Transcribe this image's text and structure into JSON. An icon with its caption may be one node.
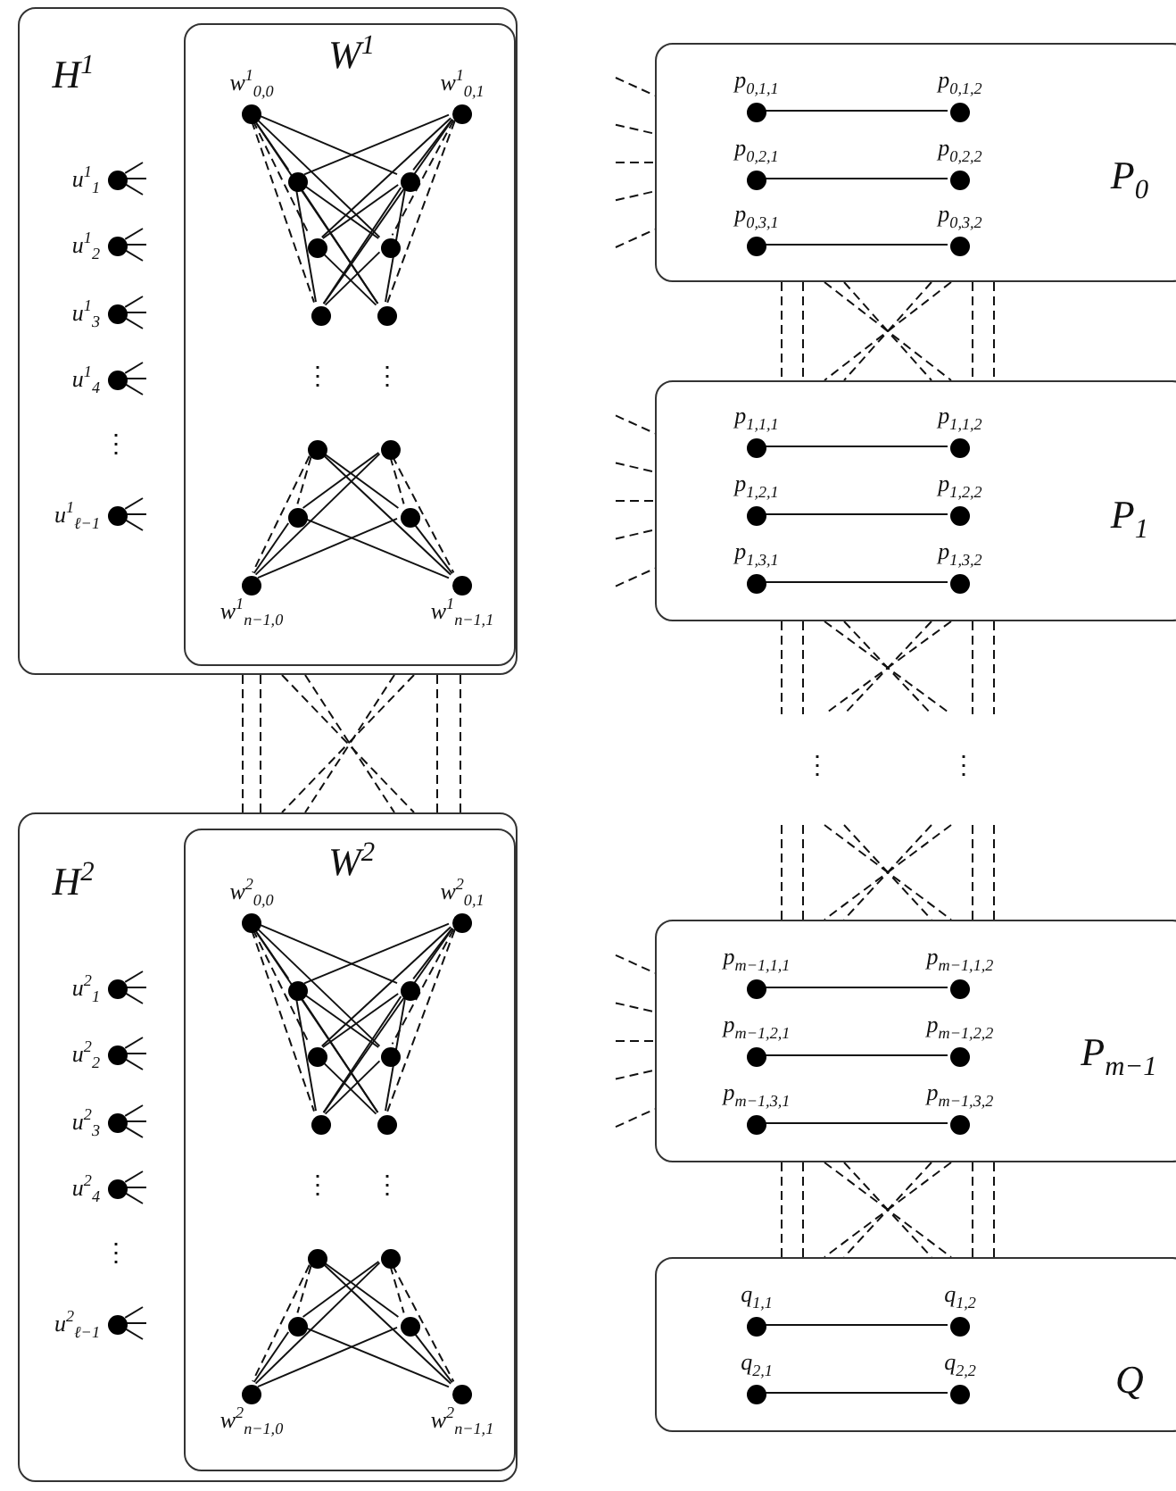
{
  "diagram": {
    "nodes": [
      {
        "text": [
          "H$^{1}$"
        ]
      },
      {
        "text": [
          "W$^{1}$"
        ],
        "in": 0
      },
      {
        "text": [
          "u$^{1}$$_{1}$"
        ],
        "in": 0
      },
      {
        "text": [
          "u$^{1}$$_{2}$"
        ],
        "in": 0
      },
      {
        "text": [
          "u$^{1}$$_{3}$"
        ],
        "in": 0
      },
      {
        "text": [
          "u$^{1}$$_{4}$"
        ],
        "in": 0
      },
      {
        "text": [
          "u$^{1}$$_{ℓ−1}$"
        ],
        "in": 0
      },
      {
        "text": [
          "w$^{1}$$_{0,0}$"
        ],
        "in": 1
      },
      {
        "text": [
          "w$^{1}$$_{0,1}$"
        ],
        "in": 1
      },
      {
        "text": [],
        "shape": "circle",
        "in": 1
      },
      {
        "text": [],
        "shape": "circle",
        "in": 1
      },
      {
        "text": [],
        "shape": "circle",
        "in": 1
      },
      {
        "text": [],
        "shape": "circle",
        "in": 1
      },
      {
        "text": [],
        "shape": "circle",
        "in": 1
      },
      {
        "text": [],
        "shape": "circle",
        "in": 1
      },
      {
        "text": [],
        "shape": "circle",
        "in": 1
      },
      {
        "text": [],
        "shape": "circle",
        "in": 1
      },
      {
        "text": [],
        "shape": "circle",
        "in": 1
      },
      {
        "text": [],
        "shape": "circle",
        "in": 1
      },
      {
        "text": [
          "w$^{1}$$_{n−1,0}$"
        ],
        "in": 1
      },
      {
        "text": [
          "w$^{1}$$_{n−1,1}$"
        ],
        "in": 1
      },
      {
        "text": [
          "H$^{2}$"
        ]
      },
      {
        "text": [
          "W$^{2}$"
        ],
        "in": 21
      },
      {
        "text": [
          "u$^{2}$$_{1}$"
        ],
        "in": 21
      },
      {
        "text": [
          "u$^{2}$$_{2}$"
        ],
        "in": 21
      },
      {
        "text": [
          "u$^{2}$$_{3}$"
        ],
        "in": 21
      },
      {
        "text": [
          "u$^{2}$$_{4}$"
        ],
        "in": 21
      },
      {
        "text": [
          "u$^{2}$$_{ℓ−1}$"
        ],
        "in": 21
      },
      {
        "text": [
          "w$^{2}$$_{0,0}$"
        ],
        "in": 22
      },
      {
        "text": [
          "w$^{2}$$_{0,1}$"
        ],
        "in": 22
      },
      {
        "text": [],
        "shape": "circle",
        "in": 22
      },
      {
        "text": [],
        "shape": "circle",
        "in": 22
      },
      {
        "text": [],
        "shape": "circle",
        "in": 22
      },
      {
        "text": [],
        "shape": "circle",
        "in": 22
      },
      {
        "text": [],
        "shape": "circle",
        "in": 22
      },
      {
        "text": [],
        "shape": "circle",
        "in": 22
      },
      {
        "text": [],
        "shape": "circle",
        "in": 22
      },
      {
        "text": [],
        "shape": "circle",
        "in": 22
      },
      {
        "text": [],
        "shape": "circle",
        "in": 22
      },
      {
        "text": [],
        "shape": "circle",
        "in": 22
      },
      {
        "text": [
          "w$^{2}$$_{n−1,0}$"
        ],
        "in": 22
      },
      {
        "text": [
          "w$^{2}$$_{n−1,1}$"
        ],
        "in": 22
      },
      {
        "text": [
          "P$_{0}$"
        ]
      },
      {
        "text": [
          "p$_{0,1,1}$"
        ],
        "in": 42
      },
      {
        "text": [
          "p$_{0,1,2}$"
        ],
        "in": 42
      },
      {
        "text": [
          "p$_{0,2,1}$"
        ],
        "in": 42
      },
      {
        "text": [
          "p$_{0,2,2}$"
        ],
        "in": 42
      },
      {
        "text": [
          "p$_{0,3,1}$"
        ],
        "in": 42
      },
      {
        "text": [
          "p$_{0,3,2}$"
        ],
        "in": 42
      },
      {
        "text": [
          "P$_{1}$"
        ]
      },
      {
        "text": [
          "p$_{1,1,1}$"
        ],
        "in": 49
      },
      {
        "text": [
          "p$_{1,1,2}$"
        ],
        "in": 49
      },
      {
        "text": [
          "p$_{1,2,1}$"
        ],
        "in": 49
      },
      {
        "text": [
          "p$_{1,2,2}$"
        ],
        "in": 49
      },
      {
        "text": [
          "p$_{1,3,1}$"
        ],
        "in": 49
      },
      {
        "text": [
          "p$_{1,3,2}$"
        ],
        "in": 49
      },
      {
        "text": [
          "P$_{m−1}$"
        ]
      },
      {
        "text": [
          "p$_{m−1,1,1}$"
        ],
        "in": 56
      },
      {
        "text": [
          "p$_{m−1,1,2}$"
        ],
        "in": 56
      },
      {
        "text": [
          "p$_{m−1,2,1}$"
        ],
        "in": 56
      },
      {
        "text": [
          "p$_{m−1,2,2}$"
        ],
        "in": 56
      },
      {
        "text": [
          "p$_{m−1,3,1}$"
        ],
        "in": 56
      },
      {
        "text": [
          "p$_{m−1,3,2}$"
        ],
        "in": 56
      },
      {
        "text": [
          "Q"
        ]
      },
      {
        "text": [
          "q$_{1,1}$"
        ],
        "in": 63
      },
      {
        "text": [
          "q$_{1,2}$"
        ],
        "in": 63
      },
      {
        "text": [
          "q$_{2,1}$"
        ],
        "in": 63
      },
      {
        "text": [
          "q$_{2,2}$"
        ],
        "in": 63
      }
    ],
    "edges": [
      {
        "from": 7,
        "to": 9,
        "arrow": "none"
      },
      {
        "from": 7,
        "to": 10,
        "arrow": "none"
      },
      {
        "from": 7,
        "to": 12,
        "arrow": "none"
      },
      {
        "from": 7,
        "to": 14,
        "arrow": "none"
      },
      {
        "from": 8,
        "to": 9,
        "arrow": "none"
      },
      {
        "from": 8,
        "to": 10,
        "arrow": "none"
      },
      {
        "from": 8,
        "to": 11,
        "arrow": "none"
      },
      {
        "from": 8,
        "to": 13,
        "arrow": "none"
      },
      {
        "from": 9,
        "to": 12,
        "arrow": "none"
      },
      {
        "from": 9,
        "to": 13,
        "arrow": "none"
      },
      {
        "from": 9,
        "to": 14,
        "arrow": "none"
      },
      {
        "from": 10,
        "to": 11,
        "arrow": "none"
      },
      {
        "from": 10,
        "to": 13,
        "arrow": "none"
      },
      {
        "from": 10,
        "to": 14,
        "arrow": "none"
      },
      {
        "from": 11,
        "to": 14,
        "arrow": "none"
      },
      {
        "from": 12,
        "to": 13,
        "arrow": "none"
      },
      {
        "from": 7,
        "to": 11,
        "arrow": "none",
        "style": "dashed"
      },
      {
        "from": 7,
        "to": 13,
        "arrow": "none",
        "style": "dashed"
      },
      {
        "from": 8,
        "to": 12,
        "arrow": "none",
        "style": "dashed"
      },
      {
        "from": 8,
        "to": 14,
        "arrow": "none",
        "style": "dashed"
      },
      {
        "from": 15,
        "to": 18,
        "arrow": "none"
      },
      {
        "from": 15,
        "to": 20,
        "arrow": "none"
      },
      {
        "from": 16,
        "to": 17,
        "arrow": "none"
      },
      {
        "from": 16,
        "to": 19,
        "arrow": "none"
      },
      {
        "from": 17,
        "to": 20,
        "arrow": "none"
      },
      {
        "from": 18,
        "to": 19,
        "arrow": "none"
      },
      {
        "from": 17,
        "to": 19,
        "arrow": "none"
      },
      {
        "from": 18,
        "to": 20,
        "arrow": "none"
      },
      {
        "from": 15,
        "to": 17,
        "arrow": "none",
        "style": "dashed"
      },
      {
        "from": 15,
        "to": 19,
        "arrow": "none",
        "style": "dashed"
      },
      {
        "from": 16,
        "to": 18,
        "arrow": "none",
        "style": "dashed"
      },
      {
        "from": 16,
        "to": 20,
        "arrow": "none",
        "style": "dashed"
      },
      {
        "from": 28,
        "to": 30,
        "arrow": "none"
      },
      {
        "from": 28,
        "to": 31,
        "arrow": "none"
      },
      {
        "from": 28,
        "to": 33,
        "arrow": "none"
      },
      {
        "from": 28,
        "to": 35,
        "arrow": "none"
      },
      {
        "from": 29,
        "to": 30,
        "arrow": "none"
      },
      {
        "from": 29,
        "to": 31,
        "arrow": "none"
      },
      {
        "from": 29,
        "to": 32,
        "arrow": "none"
      },
      {
        "from": 29,
        "to": 34,
        "arrow": "none"
      },
      {
        "from": 30,
        "to": 33,
        "arrow": "none"
      },
      {
        "from": 30,
        "to": 34,
        "arrow": "none"
      },
      {
        "from": 30,
        "to": 35,
        "arrow": "none"
      },
      {
        "from": 31,
        "to": 32,
        "arrow": "none"
      },
      {
        "from": 31,
        "to": 34,
        "arrow": "none"
      },
      {
        "from": 31,
        "to": 35,
        "arrow": "none"
      },
      {
        "from": 32,
        "to": 35,
        "arrow": "none"
      },
      {
        "from": 33,
        "to": 34,
        "arrow": "none"
      },
      {
        "from": 28,
        "to": 32,
        "arrow": "none",
        "style": "dashed"
      },
      {
        "from": 28,
        "to": 34,
        "arrow": "none",
        "style": "dashed"
      },
      {
        "from": 29,
        "to": 33,
        "arrow": "none",
        "style": "dashed"
      },
      {
        "from": 29,
        "to": 35,
        "arrow": "none",
        "style": "dashed"
      },
      {
        "from": 36,
        "to": 39,
        "arrow": "none"
      },
      {
        "from": 36,
        "to": 41,
        "arrow": "none"
      },
      {
        "from": 37,
        "to": 38,
        "arrow": "none"
      },
      {
        "from": 37,
        "to": 40,
        "arrow": "none"
      },
      {
        "from": 38,
        "to": 41,
        "arrow": "none"
      },
      {
        "from": 39,
        "to": 40,
        "arrow": "none"
      },
      {
        "from": 38,
        "to": 40,
        "arrow": "none"
      },
      {
        "from": 39,
        "to": 41,
        "arrow": "none"
      },
      {
        "from": 36,
        "to": 38,
        "arrow": "none",
        "style": "dashed"
      },
      {
        "from": 36,
        "to": 40,
        "arrow": "none",
        "style": "dashed"
      },
      {
        "from": 37,
        "to": 39,
        "arrow": "none",
        "style": "dashed"
      },
      {
        "from": 37,
        "to": 41,
        "arrow": "none",
        "style": "dashed"
      },
      {
        "from": 2,
        "to": null,
        "arrow": "none"
      },
      {
        "from": 2,
        "to": null,
        "arrow": "none"
      },
      {
        "from": 2,
        "to": null,
        "arrow": "none"
      },
      {
        "from": 3,
        "to": null,
        "arrow": "none"
      },
      {
        "from": 3,
        "to": null,
        "arrow": "none"
      },
      {
        "from": 3,
        "to": null,
        "arrow": "none"
      },
      {
        "from": 4,
        "to": null,
        "arrow": "none"
      },
      {
        "from": 4,
        "to": null,
        "arrow": "none"
      },
      {
        "from": 4,
        "to": null,
        "arrow": "none"
      },
      {
        "from": 5,
        "to": null,
        "arrow": "none"
      },
      {
        "from": 5,
        "to": null,
        "arrow": "none"
      },
      {
        "from": 5,
        "to": null,
        "arrow": "none"
      },
      {
        "from": 6,
        "to": null,
        "arrow": "none"
      },
      {
        "from": 6,
        "to": null,
        "arrow": "none"
      },
      {
        "from": 6,
        "to": null,
        "arrow": "none"
      },
      {
        "from": 23,
        "to": null,
        "arrow": "none"
      },
      {
        "from": 23,
        "to": null,
        "arrow": "none"
      },
      {
        "from": 23,
        "to": null,
        "arrow": "none"
      },
      {
        "from": 24,
        "to": null,
        "arrow": "none"
      },
      {
        "from": 24,
        "to": null,
        "arrow": "none"
      },
      {
        "from": 24,
        "to": null,
        "arrow": "none"
      },
      {
        "from": 25,
        "to": null,
        "arrow": "none"
      },
      {
        "from": 25,
        "to": null,
        "arrow": "none"
      },
      {
        "from": 25,
        "to": null,
        "arrow": "none"
      },
      {
        "from": 26,
        "to": null,
        "arrow": "none"
      },
      {
        "from": 26,
        "to": null,
        "arrow": "none"
      },
      {
        "from": 26,
        "to": null,
        "arrow": "none"
      },
      {
        "from": 27,
        "to": null,
        "arrow": "none"
      },
      {
        "from": 27,
        "to": null,
        "arrow": "none"
      },
      {
        "from": 27,
        "to": null,
        "arrow": "none"
      },
      {
        "from": 43,
        "to": 44,
        "arrow": "none"
      },
      {
        "from": 45,
        "to": 46,
        "arrow": "none"
      },
      {
        "from": 47,
        "to": 48,
        "arrow": "none"
      },
      {
        "from": 50,
        "to": 51,
        "arrow": "none"
      },
      {
        "from": 52,
        "to": 53,
        "arrow": "none"
      },
      {
        "from": 54,
        "to": 55,
        "arrow": "none"
      },
      {
        "from": 57,
        "to": 58,
        "arrow": "none"
      },
      {
        "from": 59,
        "to": 60,
        "arrow": "none"
      },
      {
        "from": 61,
        "to": 62,
        "arrow": "none"
      },
      {
        "from": 64,
        "to": 65,
        "arrow": "none"
      },
      {
        "from": 66,
        "to": 67,
        "arrow": "none"
      },
      {
        "from": null,
        "to": 42,
        "arrow": "none",
        "style": "dashed"
      },
      {
        "from": null,
        "to": 42,
        "arrow": "none",
        "style": "dashed"
      },
      {
        "from": null,
        "to": 42,
        "arrow": "none",
        "style": "dashed"
      },
      {
        "from": null,
        "to": 42,
        "arrow": "none",
        "style": "dashed"
      },
      {
        "from": null,
        "to": 42,
        "arrow": "none",
        "style": "dashed"
      },
      {
        "from": null,
        "to": 49,
        "arrow": "none",
        "style": "dashed"
      },
      {
        "from": null,
        "to": 49,
        "arrow": "none",
        "style": "dashed"
      },
      {
        "from": null,
        "to": 49,
        "arrow": "none",
        "style": "dashed"
      },
      {
        "from": null,
        "to": 49,
        "arrow": "none",
        "style": "dashed"
      },
      {
        "from": null,
        "to": 49,
        "arrow": "none",
        "style": "dashed"
      },
      {
        "from": null,
        "to": 56,
        "arrow": "none",
        "style": "dashed"
      },
      {
        "from": null,
        "to": 56,
        "arrow": "none",
        "style": "dashed"
      },
      {
        "from": null,
        "to": 56,
        "arrow": "none",
        "style": "dashed"
      },
      {
        "from": null,
        "to": 56,
        "arrow": "none",
        "style": "dashed"
      },
      {
        "from": null,
        "to": 56,
        "arrow": "none",
        "style": "dashed"
      },
      {
        "from": 0,
        "to": 21,
        "arrow": "none",
        "style": "dashed"
      },
      {
        "from": 0,
        "to": 21,
        "arrow": "none",
        "style": "dashed"
      },
      {
        "from": 0,
        "to": 21,
        "arrow": "none",
        "style": "dashed"
      },
      {
        "from": 0,
        "to": 21,
        "arrow": "none",
        "style": "dashed"
      },
      {
        "from": 0,
        "to": 21,
        "arrow": "none",
        "style": "dashed"
      },
      {
        "from": 0,
        "to": 21,
        "arrow": "none",
        "style": "dashed"
      },
      {
        "from": 0,
        "to": 21,
        "arrow": "none",
        "style": "dashed"
      },
      {
        "from": 0,
        "to": 21,
        "arrow": "none",
        "style": "dashed"
      },
      {
        "from": 42,
        "to": 49,
        "arrow": "none",
        "style": "dashed"
      },
      {
        "from": 42,
        "to": 49,
        "arrow": "none",
        "style": "dashed"
      },
      {
        "from": 42,
        "to": 49,
        "arrow": "none",
        "style": "dashed"
      },
      {
        "from": 42,
        "to": 49,
        "arrow": "none",
        "style": "dashed"
      },
      {
        "from": 42,
        "to": 49,
        "arrow": "none",
        "style": "dashed"
      },
      {
        "from": 42,
        "to": 49,
        "arrow": "none",
        "style": "dashed"
      },
      {
        "from": 42,
        "to": 49,
        "arrow": "none",
        "style": "dashed"
      },
      {
        "from": 42,
        "to": 49,
        "arrow": "none",
        "style": "dashed"
      },
      {
        "from": 49,
        "to": null,
        "arrow": "none",
        "style": "dashed"
      },
      {
        "from": 49,
        "to": null,
        "arrow": "none",
        "style": "dashed"
      },
      {
        "from": 49,
        "to": null,
        "arrow": "none",
        "style": "dashed"
      },
      {
        "from": 49,
        "to": null,
        "arrow": "none",
        "style": "dashed"
      },
      {
        "from": 49,
        "to": null,
        "arrow": "none",
        "style": "dashed"
      },
      {
        "from": 49,
        "to": null,
        "arrow": "none",
        "style": "dashed"
      },
      {
        "from": 49,
        "to": null,
        "arrow": "none",
        "style": "dashed"
      },
      {
        "from": 49,
        "to": null,
        "arrow": "none",
        "style": "dashed"
      },
      {
        "from": null,
        "to": 56,
        "arrow": "none",
        "style": "dashed"
      },
      {
        "from": null,
        "to": 56,
        "arrow": "none",
        "style": "dashed"
      },
      {
        "from": null,
        "to": 56,
        "arrow": "none",
        "style": "dashed"
      },
      {
        "from": null,
        "to": 56,
        "arrow": "none",
        "style": "dashed"
      },
      {
        "from": null,
        "to": 56,
        "arrow": "none",
        "style": "dashed"
      },
      {
        "from": null,
        "to": 56,
        "arrow": "none",
        "style": "dashed"
      },
      {
        "from": null,
        "to": 56,
        "arrow": "none",
        "style": "dashed"
      },
      {
        "from": null,
        "to": 56,
        "arrow": "none",
        "style": "dashed"
      },
      {
        "from": 56,
        "to": 63,
        "arrow": "none",
        "style": "dashed"
      },
      {
        "from": 56,
        "to": 63,
        "arrow": "none",
        "style": "dashed"
      },
      {
        "from": 56,
        "to": 63,
        "arrow": "none",
        "style": "dashed"
      },
      {
        "from": 56,
        "to": 63,
        "arrow": "none",
        "style": "dashed"
      },
      {
        "from": 56,
        "to": 63,
        "arrow": "none",
        "style": "dashed"
      },
      {
        "from": 56,
        "to": 63,
        "arrow": "none",
        "style": "dashed"
      },
      {
        "from": 56,
        "to": 63,
        "arrow": "none",
        "style": "dashed"
      },
      {
        "from": 56,
        "to": 63,
        "arrow": "none",
        "style": "dashed"
      }
    ],
    "labels": [
      "⋮",
      "⋮",
      "⋮",
      "⋮",
      "⋮",
      "⋮",
      "⋮",
      "⋮"
    ]
  }
}
